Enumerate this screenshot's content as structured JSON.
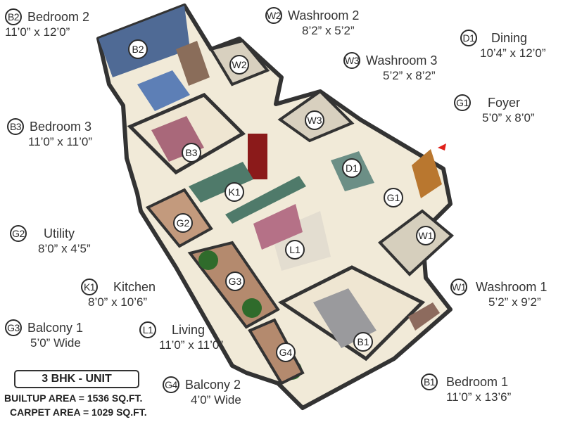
{
  "title": "3 BHK - UNIT",
  "areas": {
    "builtup": "BUILTUP AREA = 1536 SQ.FT.",
    "carpet": "CARPET AREA = 1029 SQ.FT."
  },
  "rooms": [
    {
      "code": "B2",
      "name": "Bedroom 2",
      "size": "11’0” x 12’0”"
    },
    {
      "code": "W2",
      "name": "Washroom 2",
      "size": "8’2” x 5’2”"
    },
    {
      "code": "W3",
      "name": "Washroom 3",
      "size": "5’2” x 8’2”"
    },
    {
      "code": "D1",
      "name": "Dining",
      "size": "10’4” x 12’0”"
    },
    {
      "code": "G1",
      "name": "Foyer",
      "size": "5’0” x 8’0”"
    },
    {
      "code": "B3",
      "name": "Bedroom 3",
      "size": "11’0” x 11’0”"
    },
    {
      "code": "G2",
      "name": "Utility",
      "size": "8’0” x 4’5”"
    },
    {
      "code": "K1",
      "name": "Kitchen",
      "size": "8’0” x 10’6”"
    },
    {
      "code": "W1",
      "name": "Washroom 1",
      "size": "5’2” x 9’2”"
    },
    {
      "code": "G3",
      "name": "Balcony 1",
      "size": "5’0” Wide"
    },
    {
      "code": "L1",
      "name": "Living",
      "size": "11’0” x 11’0”"
    },
    {
      "code": "G4",
      "name": "Balcony 2",
      "size": "4’0” Wide"
    },
    {
      "code": "B1",
      "name": "Bedroom 1",
      "size": "11’0” x 13’6”"
    }
  ],
  "plan_markers": [
    "B2",
    "W2",
    "B3",
    "W3",
    "D1",
    "G1",
    "K1",
    "G2",
    "L1",
    "W1",
    "G3",
    "G4",
    "B1"
  ],
  "colors": {
    "wall": "#333333",
    "floor": "#f1ead8",
    "bedroom2_wall": "#4f6a95",
    "balcony_tile": "#b48a6e",
    "entry_arrow": "#e0201a"
  }
}
